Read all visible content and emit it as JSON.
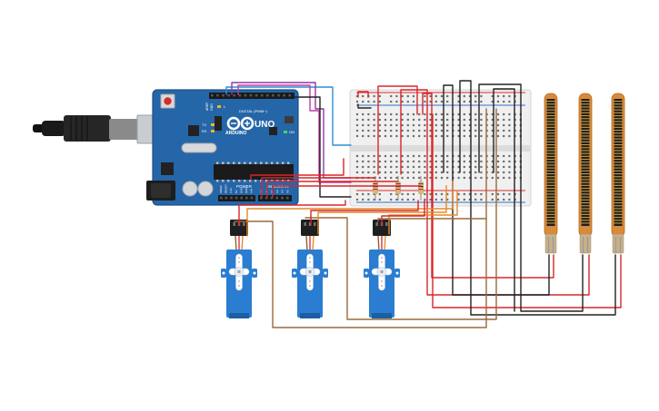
{
  "board": {
    "brand": "ARDUINO",
    "model": "UNO",
    "digital_label": "DIGITAL (PWM~)",
    "power_label": "POWER",
    "analog_label": "ANALOG IN",
    "tx_label": "TX",
    "rx_label": "RX",
    "l_label": "L",
    "on_label": "ON",
    "aref_label": "AREF",
    "gnd_label": "GND",
    "power_pins": [
      "IOREF",
      "RESET",
      "3.3V",
      "5V",
      "GND",
      "GND",
      "VIN"
    ],
    "analog_pins": [
      "A0",
      "A1",
      "A2",
      "A3",
      "A4",
      "A5"
    ]
  },
  "components": {
    "flex_sensor_count": 3,
    "servo_count": 3,
    "resistor_count": 3
  },
  "colors": {
    "board": "#2566a8",
    "board_dark": "#1d4f86",
    "header": "#1a1a1a",
    "breadboard": "#f0f0f0",
    "hole": "#6e6e6e",
    "rail_red": "#e22a2a",
    "rail_blue": "#3571c4",
    "servo": "#2a7dd1",
    "servo_dark": "#1c5ea3",
    "flex": "#d98a3a",
    "wire_red": "#d8262a",
    "wire_black": "#222222",
    "wire_brown": "#9a6a3a",
    "wire_orange": "#e4892a",
    "wire_purple": "#9437a7",
    "wire_magenta": "#c33aa3",
    "wire_blue": "#2e8fd1"
  }
}
